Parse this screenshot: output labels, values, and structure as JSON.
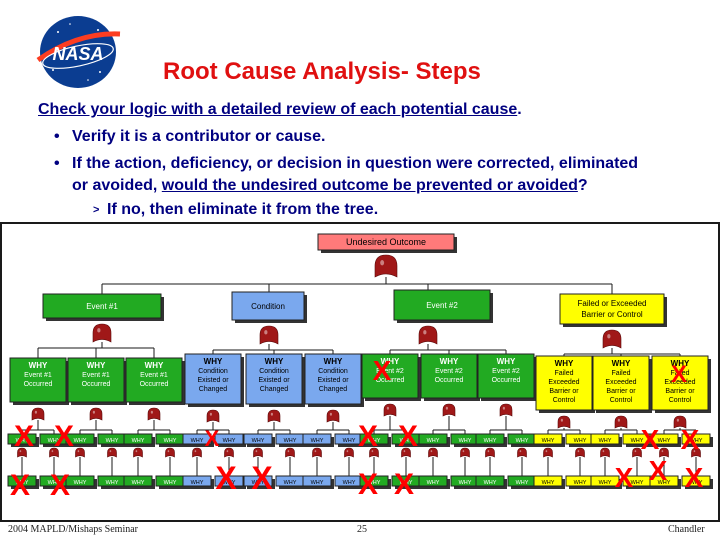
{
  "slide": {
    "logo_text": "NASA",
    "title": "Root Cause Analysis- Steps",
    "lead_underlined": "Check your logic with a detailed review of each potential cause",
    "lead_end": ".",
    "bullets": [
      {
        "text": "Verify it is a contributor or cause."
      },
      {
        "line1": "If the action, deficiency, or decision in question were corrected, eliminated",
        "line2_pre": "or avoided, ",
        "line2_underlined": "would the undesired outcome be prevented or avoided",
        "line2_end": "?"
      }
    ],
    "sub_bullet": "If no, then eliminate it from the tree.",
    "footer": {
      "left": "2004 MAPLD/Mishaps Seminar",
      "center": "25",
      "right": "Chandler"
    }
  },
  "diagram": {
    "top": "Undesired Outcome",
    "columns": [
      {
        "label": "Event #1",
        "color": "#22aa22",
        "text_color": "#ffffff",
        "whys": [
          {
            "l1": "WHY",
            "l2": "Event #1",
            "l3": "Occurred"
          },
          {
            "l1": "WHY",
            "l2": "Event #1",
            "l3": "Occurred"
          },
          {
            "l1": "WHY",
            "l2": "Event #1",
            "l3": "Occurred"
          }
        ]
      },
      {
        "label": "Condition",
        "color": "#7aa8ee",
        "text_color": "#000000",
        "whys": [
          {
            "l1": "WHY",
            "l2": "Condition",
            "l3": "Existed or",
            "l4": "Changed"
          },
          {
            "l1": "WHY",
            "l2": "Condition",
            "l3": "Existed or",
            "l4": "Changed"
          },
          {
            "l1": "WHY",
            "l2": "Condition",
            "l3": "Existed or",
            "l4": "Changed"
          }
        ]
      },
      {
        "label": "Event #2",
        "color": "#22aa22",
        "text_color": "#ffffff",
        "whys": [
          {
            "l1": "WHY",
            "l2": "Event #2",
            "l3": "Occurred"
          },
          {
            "l1": "WHY",
            "l2": "Event #2",
            "l3": "Occurred"
          },
          {
            "l1": "WHY",
            "l2": "Event #2",
            "l3": "Occurred"
          }
        ]
      },
      {
        "label": "Failed or Exceeded Barrier or Control",
        "color": "#ffff00",
        "text_color": "#000000",
        "whys": [
          {
            "l1": "WHY",
            "l2": "Failed",
            "l3": "Exceeded",
            "l4": "Barrier or",
            "l5": "Control"
          },
          {
            "l1": "WHY",
            "l2": "Failed",
            "l3": "Exceeded",
            "l4": "Barrier or",
            "l5": "Control"
          },
          {
            "l1": "WHY",
            "l2": "Failed",
            "l3": "Exceeded",
            "l4": "Barrier or",
            "l5": "Control"
          }
        ]
      }
    ],
    "small_label": "WHY",
    "x_mark": "X",
    "colors": {
      "red_x": "#ff0000",
      "gate": "#a01818",
      "top_box": "#ff7a7a",
      "line": "#1a1a1a"
    }
  }
}
